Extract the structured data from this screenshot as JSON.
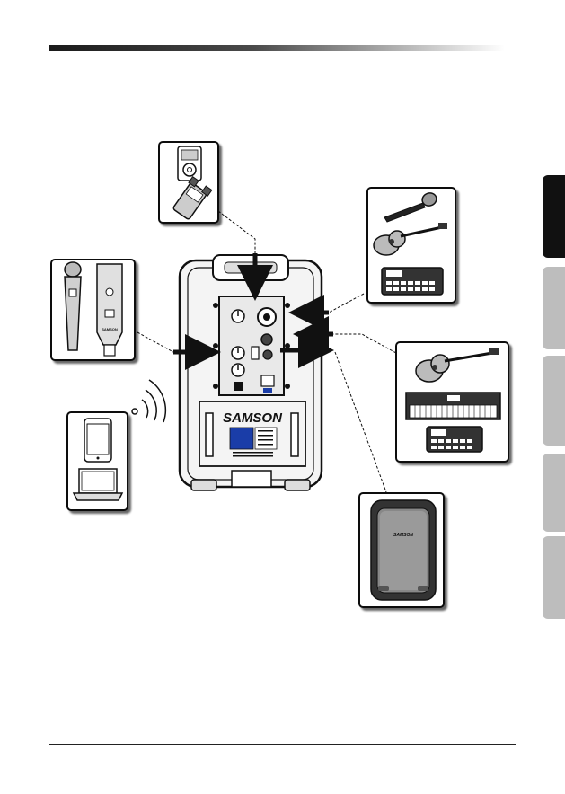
{
  "brand": {
    "logo_text": "SAMSON",
    "small_logo_text": "SAMSON"
  },
  "side_tabs": [
    {
      "name": "tab-1",
      "active": true,
      "color": "#111111"
    },
    {
      "name": "tab-2",
      "active": false,
      "color": "#bdbdbd"
    },
    {
      "name": "tab-3",
      "active": false,
      "color": "#bdbdbd"
    },
    {
      "name": "tab-4",
      "active": false,
      "color": "#bdbdbd"
    },
    {
      "name": "tab-5",
      "active": false,
      "color": "#bdbdbd"
    }
  ],
  "devices": [
    {
      "id": "media-player-recorder",
      "icons": [
        "mp3-player-icon",
        "handheld-recorder-icon"
      ]
    },
    {
      "id": "wireless-mic-system",
      "icons": [
        "wireless-microphone-icon",
        "usb-receiver-icon"
      ]
    },
    {
      "id": "bluetooth-devices",
      "icons": [
        "smartphone-icon",
        "laptop-icon",
        "bluetooth-signal-icon"
      ]
    },
    {
      "id": "mic-guitar-drum",
      "icons": [
        "microphone-icon",
        "acoustic-guitar-icon",
        "drum-machine-icon"
      ]
    },
    {
      "id": "guitar-keyboard-drum",
      "icons": [
        "acoustic-guitar-icon",
        "keyboard-icon",
        "drum-machine-icon"
      ]
    },
    {
      "id": "extension-speaker",
      "icons": [
        "speaker-icon"
      ]
    }
  ],
  "colors": {
    "outline": "#111111",
    "panel": "#e9e9e9",
    "speaker_body": "#f4f4f4",
    "accent": "#1a3da8"
  }
}
